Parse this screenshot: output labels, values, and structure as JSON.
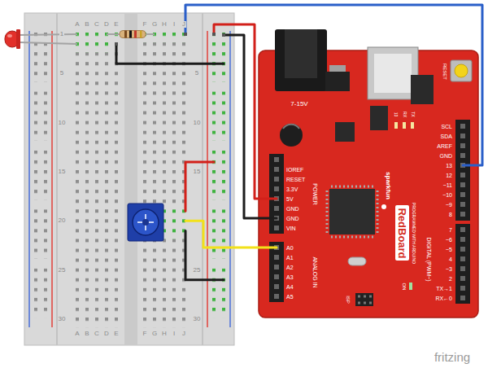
{
  "diagram": {
    "labels": [
      "A",
      "B",
      "C",
      "D",
      "E",
      "F",
      "G",
      "H",
      "I",
      "J",
      "1",
      "5",
      "10",
      "15",
      "20",
      "25",
      "30",
      "5",
      "10",
      "15",
      "25",
      "30",
      "A",
      "B",
      "C",
      "D",
      "E",
      "F",
      "G",
      "H",
      "I",
      "J",
      "7-15V",
      "RESET",
      "SCL",
      "SDA",
      "AREF",
      "GND",
      "13",
      "12",
      "~11",
      "~10",
      "~9",
      "8",
      "7",
      "~6",
      "~5",
      "4",
      "~3",
      "2",
      "TX→1",
      "RX←0",
      "DIGITAL (PWM~)",
      "13",
      "RX",
      "TX",
      "IOREF",
      "RESET",
      "3.3V",
      "5V",
      "GND",
      "GND",
      "VIN",
      "POWER",
      "A0",
      "A1",
      "A2",
      "A3",
      "A4",
      "A5",
      "ANALOG IN",
      "sparkfun",
      "RedBoard",
      "PROGRAMMED WITH ARDUINO",
      "ISP",
      "ON",
      "fritzing"
    ]
  }
}
